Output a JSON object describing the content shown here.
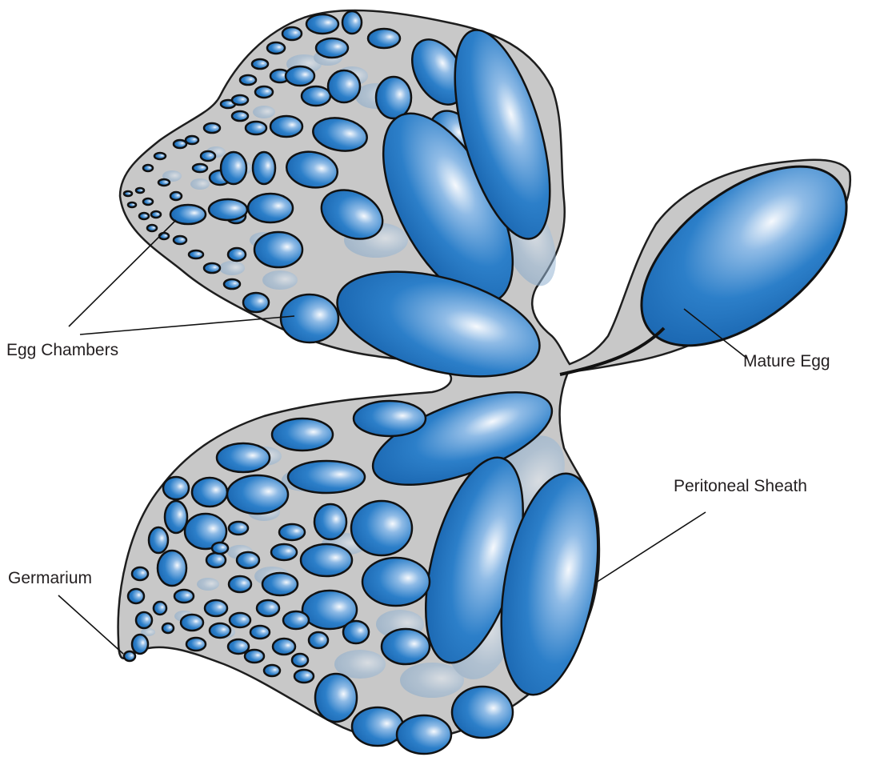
{
  "labels": {
    "egg_chambers": "Egg Chambers",
    "mature_egg": "Mature Egg",
    "peritoneal_sheath": "Peritoneal Sheath",
    "germarium": "Germarium"
  },
  "colors": {
    "egg_blue": "#1f73c0",
    "egg_highlight": "#f2f7fc",
    "sheath_gray": "#c8c8c8",
    "outline": "#111111",
    "label_text": "#231f20",
    "background": "#ffffff"
  }
}
